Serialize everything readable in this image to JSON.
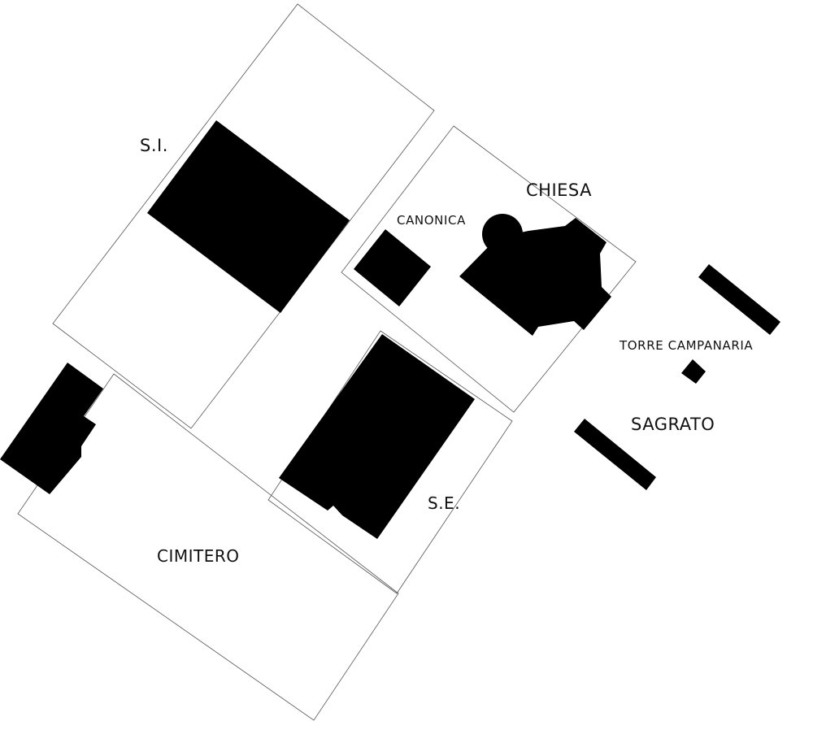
{
  "labels": {
    "si": "S.I.",
    "chiesa": "CHIESA",
    "canonica": "CANONICA",
    "torre_campanaria": "TORRE CAMPANARIA",
    "sagrato": "SAGRATO",
    "se": "S.E.",
    "cimitero": "CIMITERO"
  },
  "colors": {
    "building_fill": "#000000",
    "lot_outline": "#555555",
    "background": "#ffffff"
  }
}
